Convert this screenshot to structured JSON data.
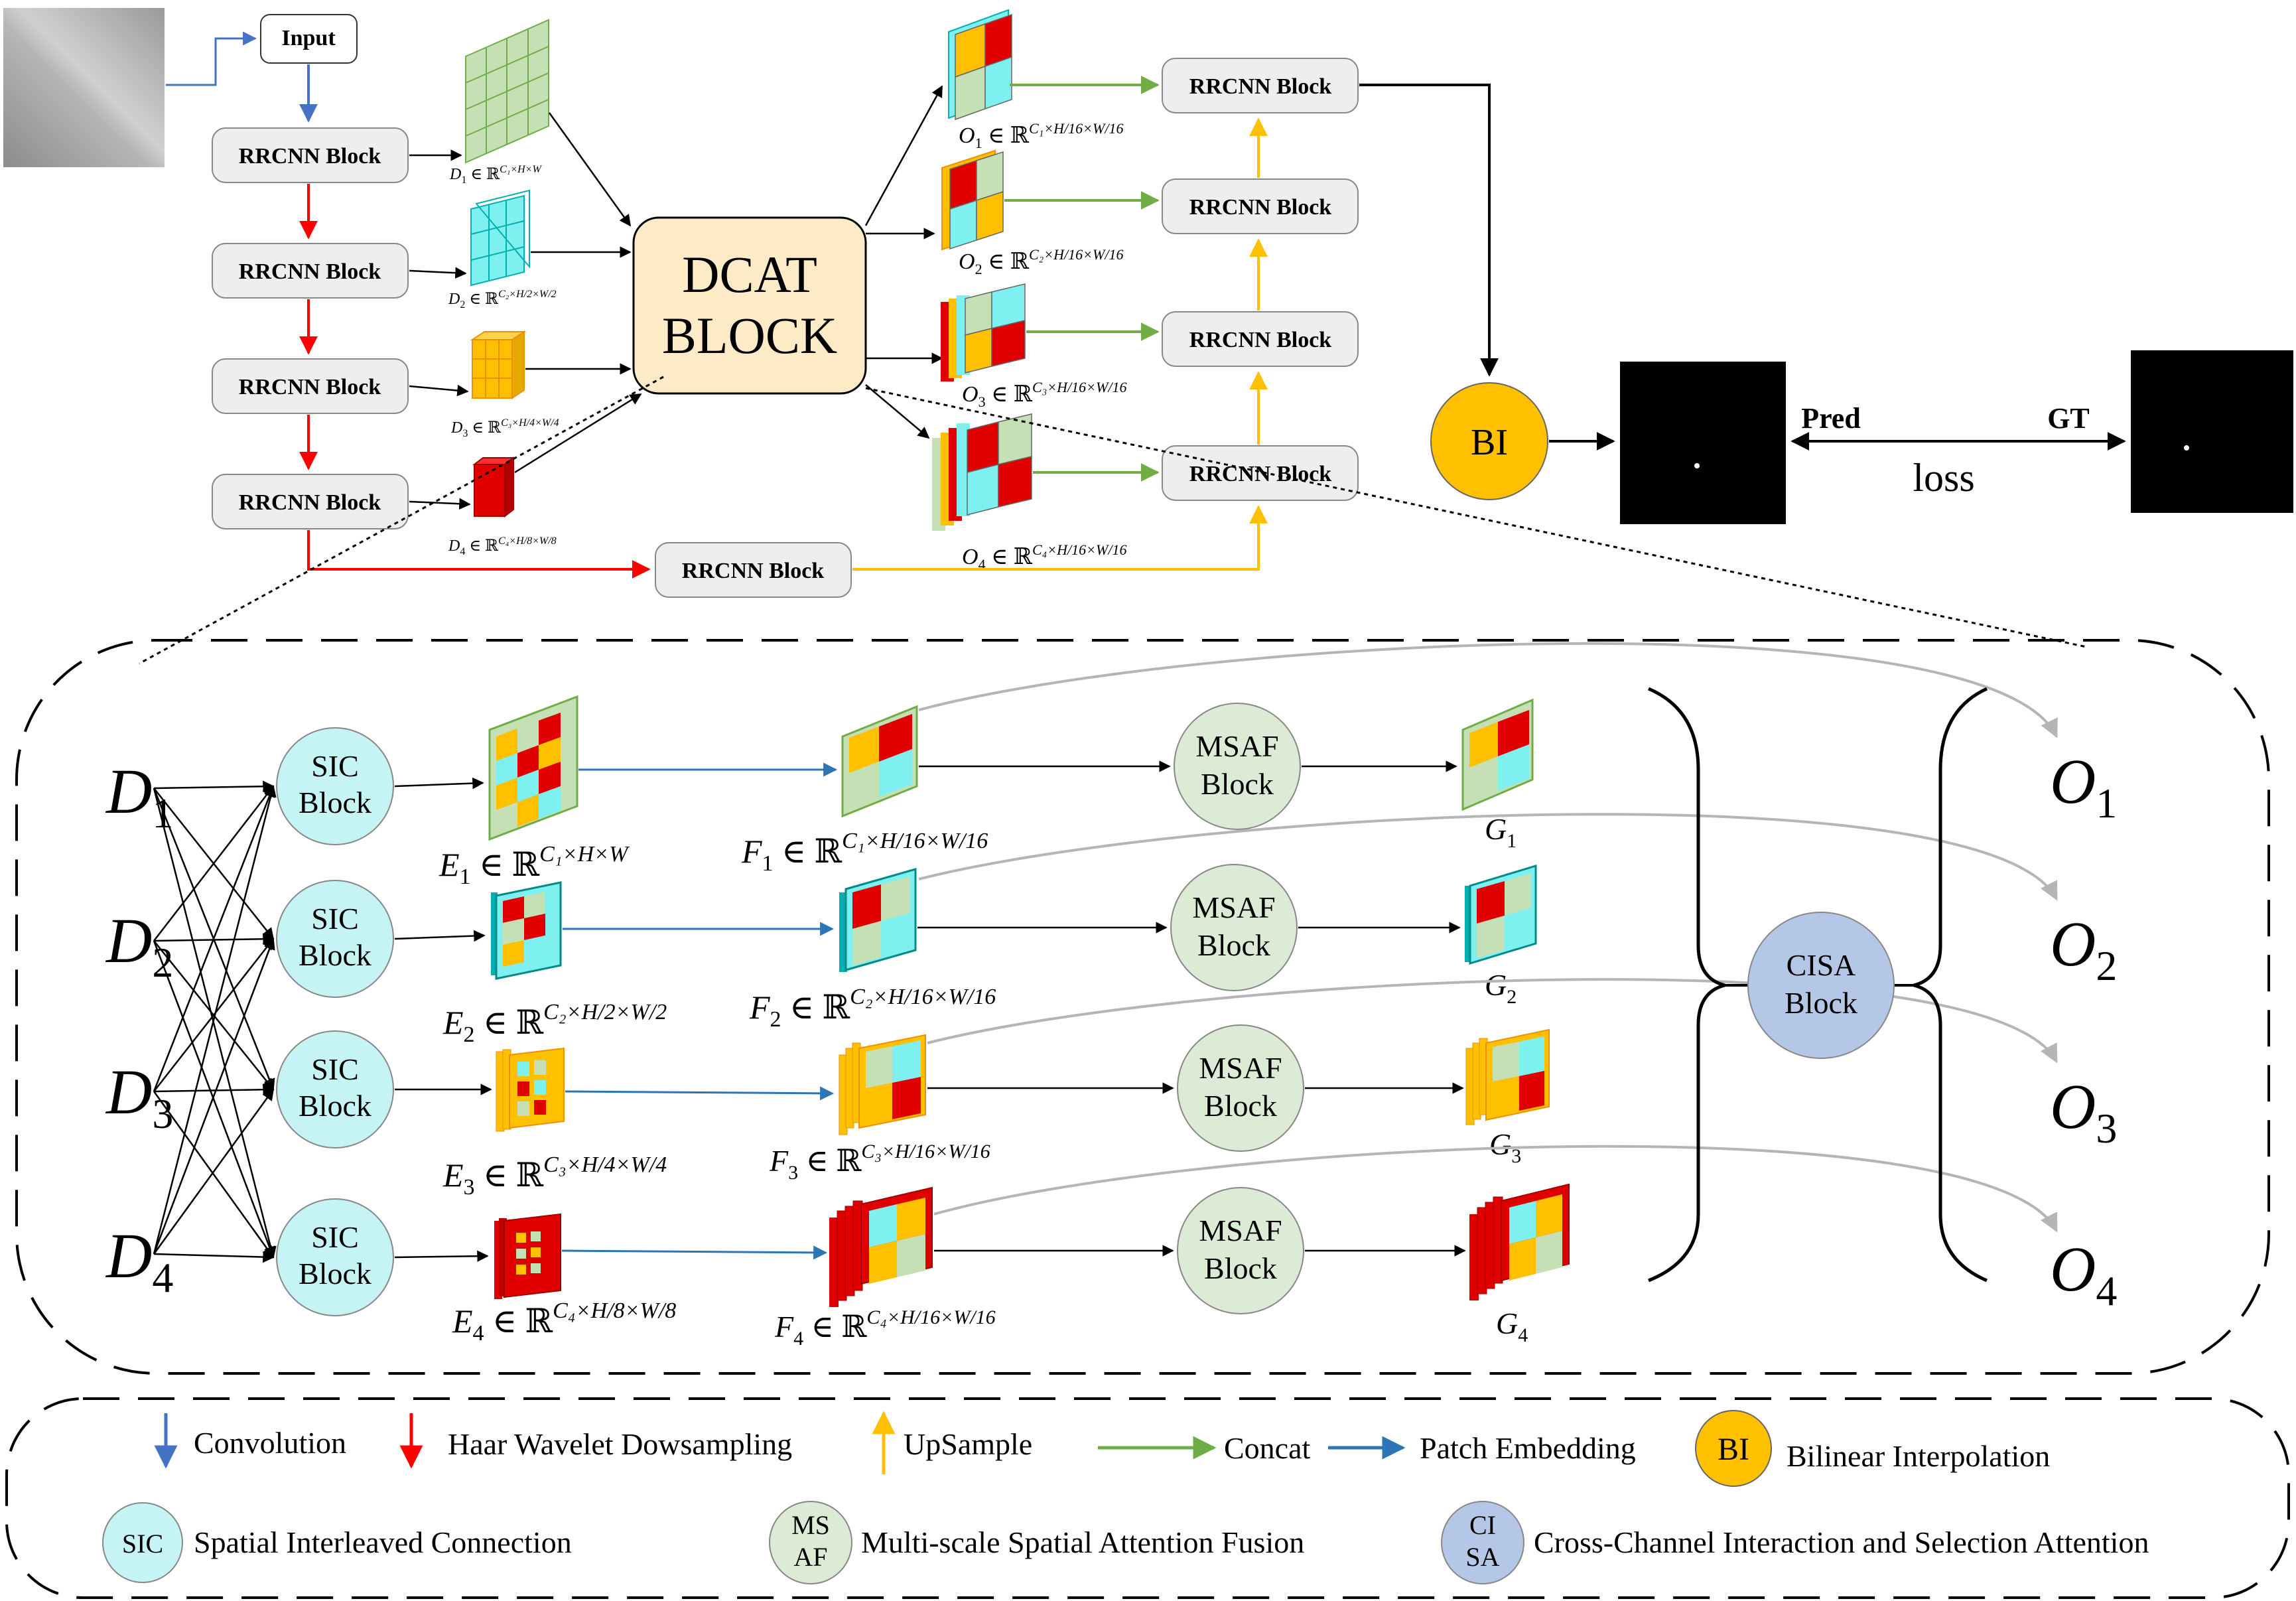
{
  "top": {
    "input_label": "Input",
    "rrcnn_label": "RRCNN Block",
    "dcat_line1": "DCAT",
    "dcat_line2": "BLOCK",
    "bi_label": "BI",
    "pred_label": "Pred",
    "gt_label": "GT",
    "loss_label": "loss",
    "d_labels": [
      {
        "sym": "D",
        "sub": "1",
        "rest": " ∈ ℝ",
        "sup": "C₁×H×W"
      },
      {
        "sym": "D",
        "sub": "2",
        "rest": " ∈ ℝ",
        "sup": "C₂×H/2×W/2"
      },
      {
        "sym": "D",
        "sub": "3",
        "rest": " ∈ ℝ",
        "sup": "C₃×H/4×W/4"
      },
      {
        "sym": "D",
        "sub": "4",
        "rest": " ∈ ℝ",
        "sup": "C₄×H/8×W/8"
      }
    ],
    "o_labels": [
      {
        "sym": "O",
        "sub": "1",
        "rest": " ∈ ℝ",
        "sup": "C₁×H/16×W/16"
      },
      {
        "sym": "O",
        "sub": "2",
        "rest": " ∈ ℝ",
        "sup": "C₂×H/16×W/16"
      },
      {
        "sym": "O",
        "sub": "3",
        "rest": " ∈ ℝ",
        "sup": "C₃×H/16×W/16"
      },
      {
        "sym": "O",
        "sub": "4",
        "rest": " ∈ ℝ",
        "sup": "C₄×H/16×W/16"
      }
    ]
  },
  "detail": {
    "d_inputs": [
      "1",
      "2",
      "3",
      "4"
    ],
    "sic_line1": "SIC",
    "sic_line2": "Block",
    "msaf_line1": "MSAF",
    "msaf_line2": "Block",
    "cisa_line1": "CISA",
    "cisa_line2": "Block",
    "e_labels": [
      {
        "sym": "E",
        "sub": "1",
        "rest": " ∈ ℝ",
        "sup": "C₁×H×W"
      },
      {
        "sym": "E",
        "sub": "2",
        "rest": " ∈ ℝ",
        "sup": "C₂×H/2×W/2"
      },
      {
        "sym": "E",
        "sub": "3",
        "rest": " ∈ ℝ",
        "sup": "C₃×H/4×W/4"
      },
      {
        "sym": "E",
        "sub": "4",
        "rest": " ∈ ℝ",
        "sup": "C₄×H/8×W/8"
      }
    ],
    "f_labels": [
      {
        "sym": "F",
        "sub": "1",
        "rest": " ∈ ℝ",
        "sup": "C₁×H/16×W/16"
      },
      {
        "sym": "F",
        "sub": "2",
        "rest": " ∈ ℝ",
        "sup": "C₂×H/16×W/16"
      },
      {
        "sym": "F",
        "sub": "3",
        "rest": " ∈ ℝ",
        "sup": "C₃×H/16×W/16"
      },
      {
        "sym": "F",
        "sub": "4",
        "rest": " ∈ ℝ",
        "sup": "C₄×H/16×W/16"
      }
    ],
    "g_labels": [
      "1",
      "2",
      "3",
      "4"
    ],
    "o_outputs": [
      "1",
      "2",
      "3",
      "4"
    ]
  },
  "legend": {
    "convolution": "Convolution",
    "haar": "Haar Wavelet Dowsampling",
    "upsample": "UpSample",
    "concat": "Concat",
    "patch": "Patch Embedding",
    "bi_icon": "BI",
    "bi_text": "Bilinear Interpolation",
    "sic_icon": "SIC",
    "sic_text": "Spatial Interleaved Connection",
    "msaf_icon_line1": "MS",
    "msaf_icon_line2": "AF",
    "msaf_text": "Multi-scale Spatial Attention Fusion",
    "cisa_icon_line1": "CI",
    "cisa_icon_line2": "SA",
    "cisa_text": "Cross-Channel Interaction and Selection Attention"
  },
  "colors": {
    "blue_arrow": "#4472c4",
    "red_arrow": "#ff0000",
    "yellow_arrow": "#ffc000",
    "green_arrow": "#70ad47",
    "patch_arrow": "#2e75b6",
    "dcat_fill": "#fdebc8",
    "bi_fill": "#ffc000",
    "sic_fill": "#c6f3f3",
    "msaf_fill": "#dcebd5",
    "cisa_fill": "#b4c7e7",
    "block_fill": "#eeeeee",
    "cube_red": "#e00000",
    "cube_yellow": "#ffc000",
    "cube_cyan": "#7ff0f0",
    "cube_green": "#c5e0b4"
  }
}
